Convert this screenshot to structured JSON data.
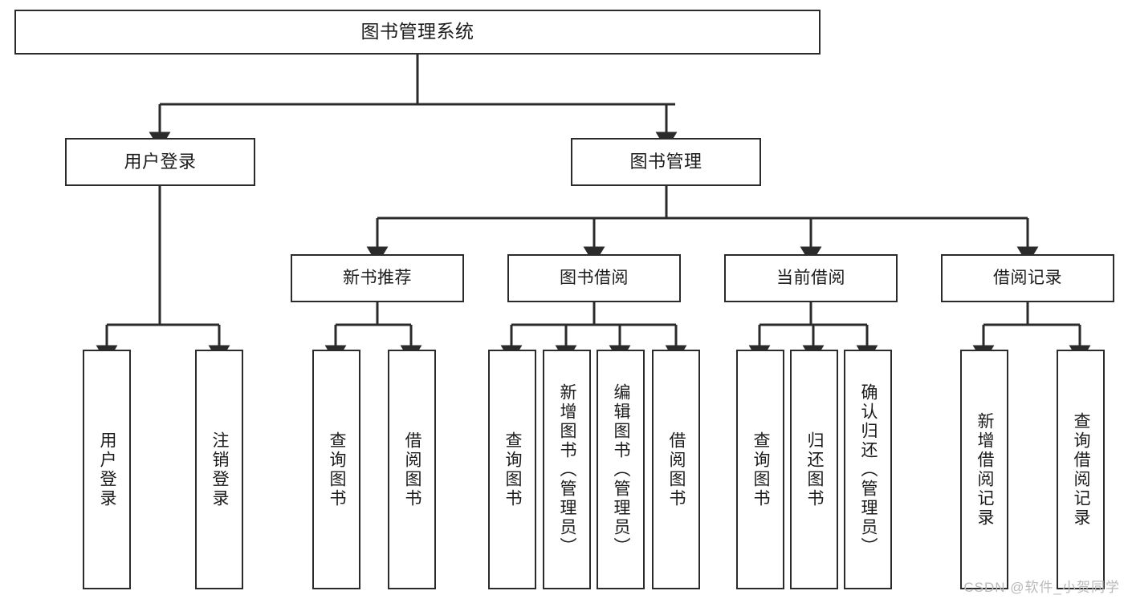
{
  "diagram": {
    "title": "图书管理系统",
    "watermark": "CSDN @软件_小贺同学",
    "stroke_color": "#2b2b2b",
    "background_color": "#ffffff",
    "watermark_color": "#b9b9b9",
    "nodes": {
      "root": {
        "label": "图书管理系统"
      },
      "level2": [
        {
          "id": "user-login",
          "label": "用户登录"
        },
        {
          "id": "book-management",
          "label": "图书管理"
        }
      ],
      "level3": [
        {
          "id": "new-book-recommend",
          "label": "新书推荐"
        },
        {
          "id": "book-borrow",
          "label": "图书借阅"
        },
        {
          "id": "current-borrow",
          "label": "当前借阅"
        },
        {
          "id": "borrow-record",
          "label": "借阅记录"
        }
      ],
      "leaves": {
        "user_login": [
          {
            "id": "leaf-user-login",
            "label": "用户登录"
          },
          {
            "id": "leaf-logout",
            "label": "注销登录"
          }
        ],
        "new_book_recommend": [
          {
            "id": "leaf-query-book-1",
            "label": "查询图书"
          },
          {
            "id": "leaf-borrow-book-1",
            "label": "借阅图书"
          }
        ],
        "book_borrow": [
          {
            "id": "leaf-query-book-2",
            "label": "查询图书"
          },
          {
            "id": "leaf-add-book",
            "label": "新增图书（管理员）"
          },
          {
            "id": "leaf-edit-book",
            "label": "编辑图书（管理员）"
          },
          {
            "id": "leaf-borrow-book-2",
            "label": "借阅图书"
          }
        ],
        "current_borrow": [
          {
            "id": "leaf-query-book-3",
            "label": "查询图书"
          },
          {
            "id": "leaf-return-book",
            "label": "归还图书"
          },
          {
            "id": "leaf-confirm-return",
            "label": "确认归还（管理员）"
          }
        ],
        "borrow_record": [
          {
            "id": "leaf-add-record",
            "label": "新增借阅记录"
          },
          {
            "id": "leaf-query-record",
            "label": "查询借阅记录"
          }
        ]
      }
    }
  }
}
